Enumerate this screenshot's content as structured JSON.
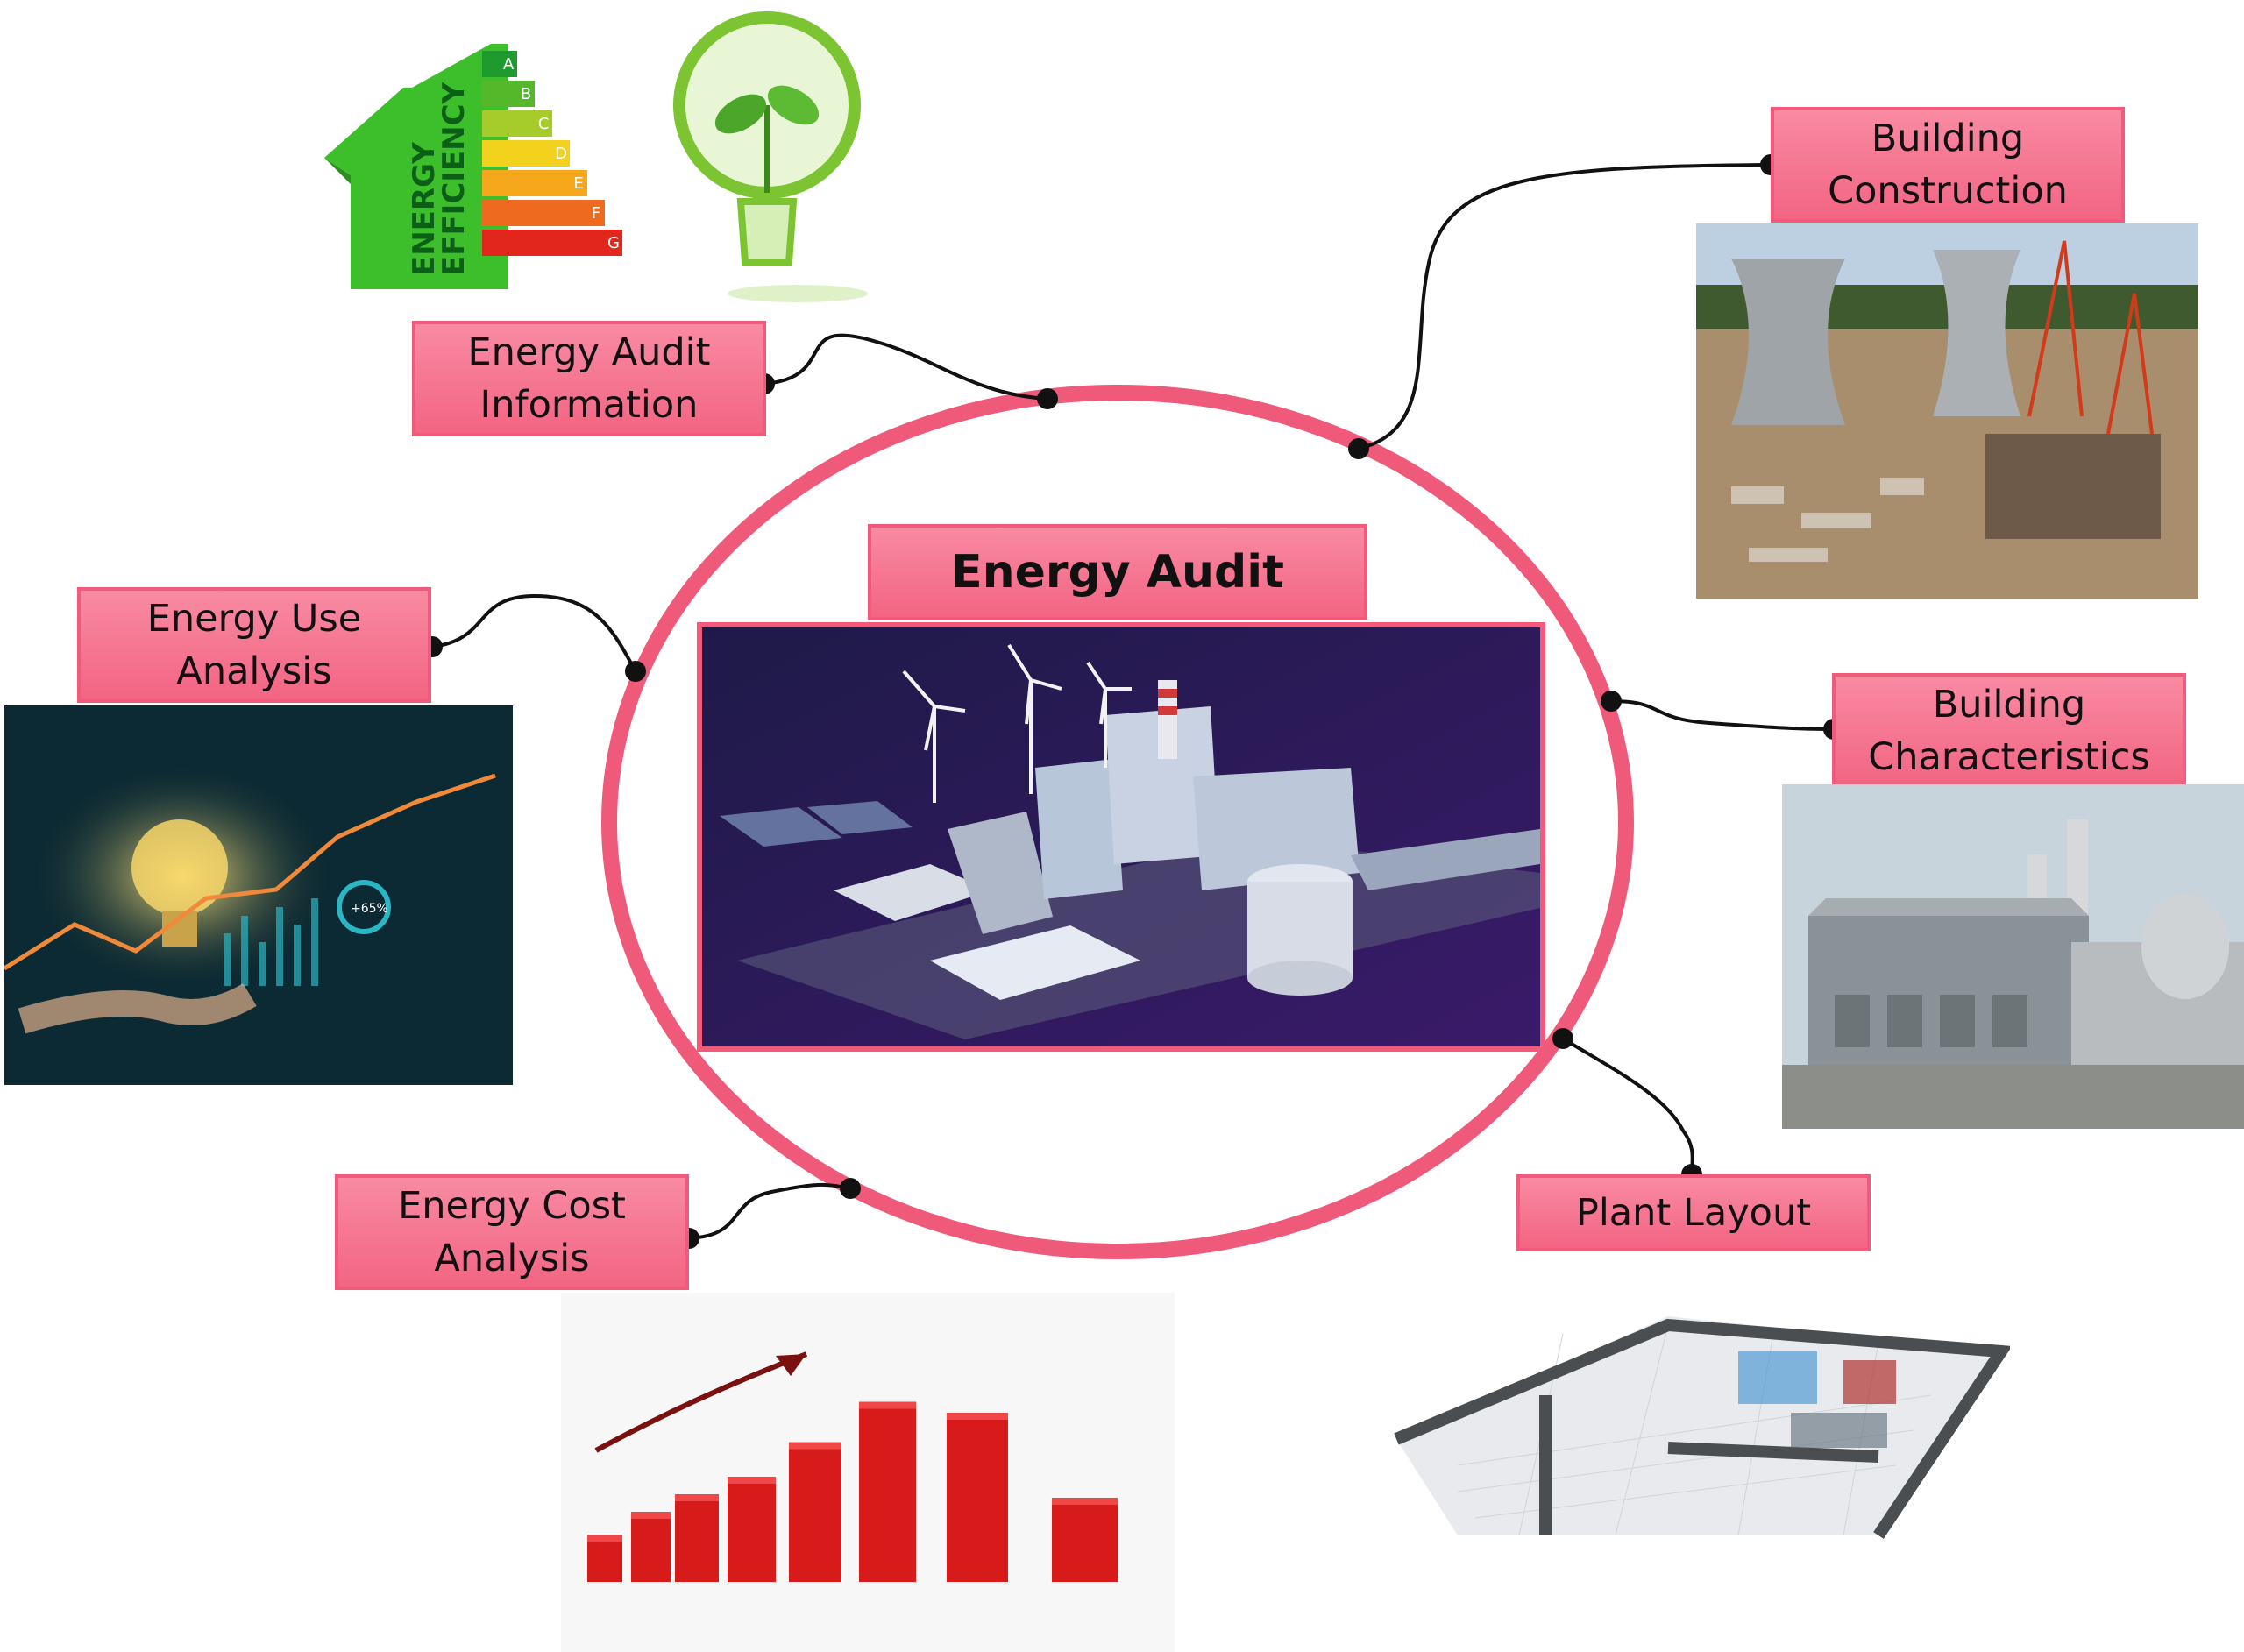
{
  "center": {
    "title": "Energy Audit"
  },
  "nodes": {
    "energy_audit_information": "Energy Audit\nInformation",
    "building_construction": "Building\nConstruction",
    "energy_use_analysis": "Energy Use\nAnalysis",
    "building_characteristics": "Building\nCharacteristics",
    "energy_cost_analysis": "Energy Cost\nAnalysis",
    "plant_layout": "Plant Layout"
  },
  "images": {
    "energy_efficiency_house": "ENERGY\nEFFICIENCY",
    "efficiency_scale": [
      "A",
      "B",
      "C",
      "D",
      "E",
      "F",
      "G"
    ],
    "bulb_percent": "+65%"
  },
  "colors": {
    "accent": "#f25a7c",
    "ring": "#ef5a7a",
    "connector": "#111111",
    "chart_red": "#d71a1a"
  }
}
